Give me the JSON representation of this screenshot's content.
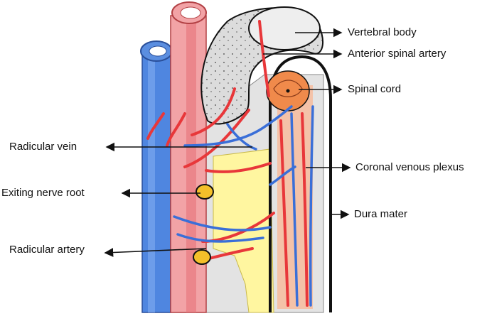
{
  "labels": {
    "vertebral_body": "Vertebral body",
    "anterior_spinal_artery": "Anterior spinal artery",
    "spinal_cord": "Spinal cord",
    "radicular_vein": "Radicular vein",
    "coronal_venous_plexus": "Coronal venous plexus",
    "exiting_nerve_root": "Exiting nerve root",
    "dura_mater": "Dura mater",
    "radicular_artery": "Radicular artery"
  },
  "colors": {
    "artery_red": "#e8373a",
    "vein_blue": "#3a6fd8",
    "bone_gray": "#d9d9d9",
    "nerve_yellow": "#fff7a8",
    "cord_orange": "#f08a4b",
    "tube_red": "#f3a5a8",
    "tube_blue": "#5b8ee0"
  }
}
